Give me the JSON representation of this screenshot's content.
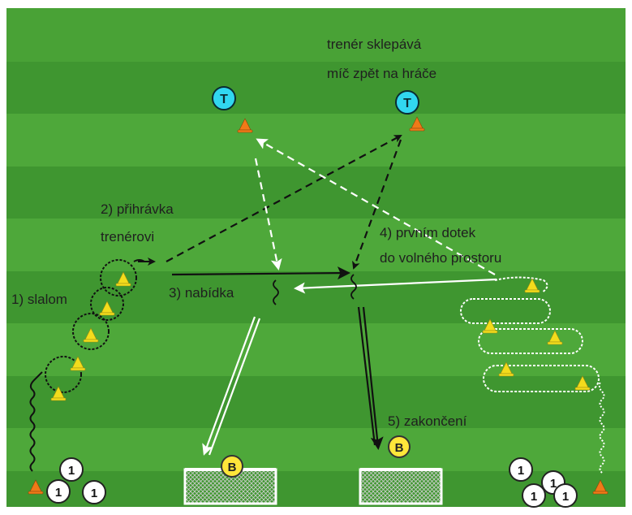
{
  "labels": {
    "trainer_note_line1": "trenér sklepává",
    "trainer_note_line2": "míč zpět na hráče",
    "pass_line1": "2) přihrávka",
    "pass_line2": "trenérovi",
    "slalom": "1) slalom",
    "offer": "3) nabídka",
    "touch_line1": "4) prvním dotek",
    "touch_line2": "do volného prostoru",
    "finish": "5) zakončení"
  },
  "markers": {
    "trainer": "T",
    "goalkeeper": "B",
    "player": "1"
  },
  "colors": {
    "grass_light": "#4ea83a",
    "grass_dark": "#3f9630",
    "trainer_disc": "#31d7f0",
    "goalkeeper_disc": "#ffe63a",
    "cone_yellow": "#f3dc1c",
    "cone_orange": "#f07a18",
    "text_dark": "#1f1f1f",
    "text_light": "#ffffff"
  },
  "icons": [
    "trainer-disc-icon",
    "goalkeeper-disc-icon",
    "player-disc-icon",
    "cone-icon",
    "goal-icon",
    "arrow-icon"
  ]
}
